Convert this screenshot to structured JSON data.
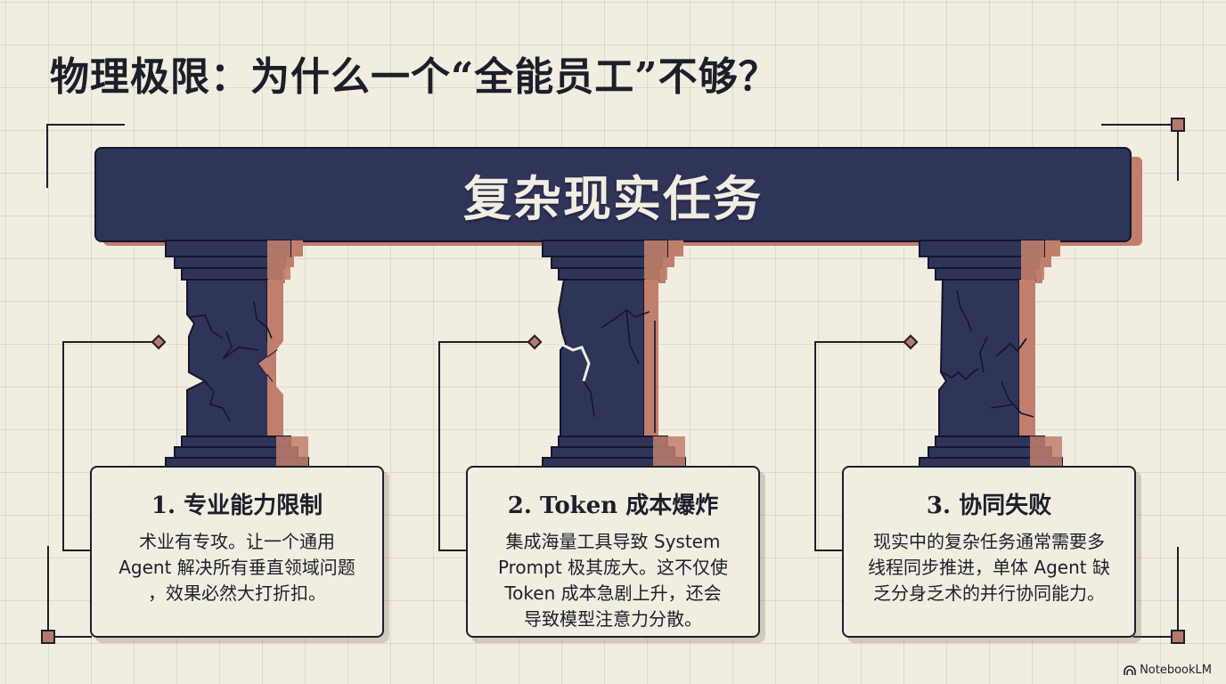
{
  "title": "物理极限：为什么一个“全能员工”不够？",
  "beam": {
    "label": "复杂现实任务"
  },
  "colors": {
    "background": "#f1ede1",
    "navy": "#2f3459",
    "terracotta": "#c07f6c",
    "ink": "#1d1f2a"
  },
  "pillars": [
    {
      "id": 1,
      "title": "1. 专业能力限制",
      "lines": [
        "术业有专攻。让一个通用",
        "Agent 解决所有垂直领域问题",
        "，效果必然大打折扣。"
      ]
    },
    {
      "id": 2,
      "title": "2. Token 成本爆炸",
      "lines": [
        "集成海量工具导致 System",
        "Prompt 极其庞大。这不仅使",
        "Token 成本急剧上升，还会",
        "导致模型注意力分散。"
      ]
    },
    {
      "id": 3,
      "title": "3. 协同失败",
      "lines": [
        "现实中的复杂任务通常需要多",
        "线程同步推进，单体 Agent 缺",
        "乏分身乏术的并行协同能力。"
      ]
    }
  ],
  "brand": {
    "icon": "notebooklm-icon",
    "label": "NotebookLM"
  }
}
